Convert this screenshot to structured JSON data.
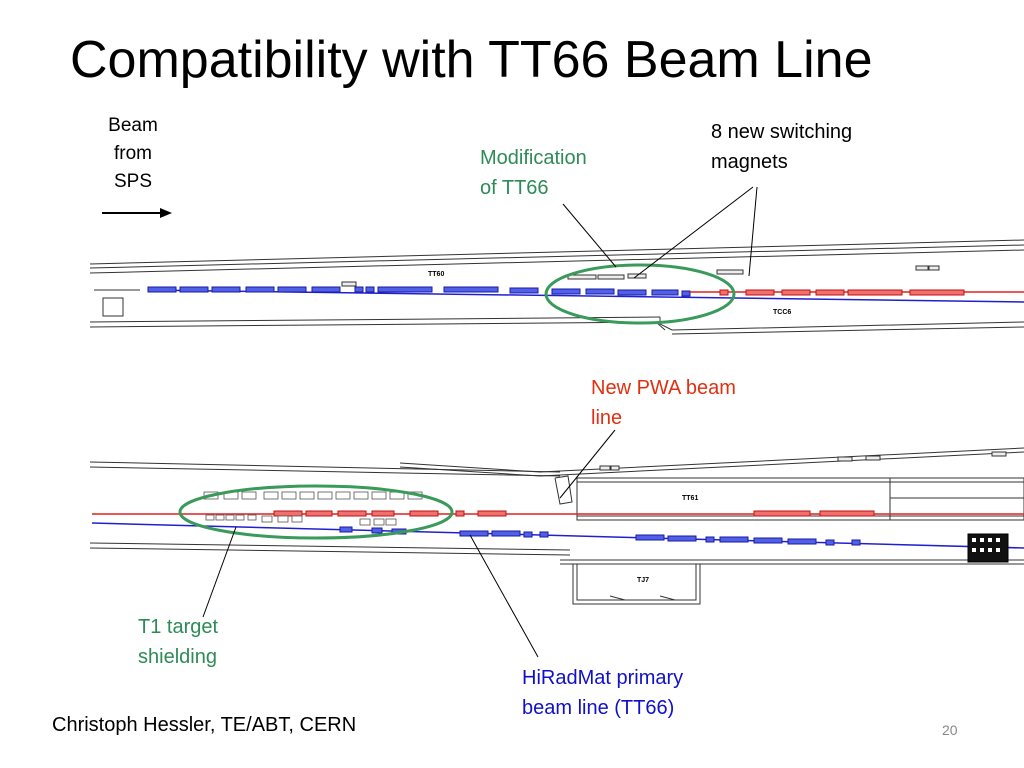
{
  "slide": {
    "title": "Compatibility with TT66 Beam Line",
    "footer": "Christoph Hessler, TE/ABT, CERN",
    "page_number": "20"
  },
  "beam_source": {
    "line1": "Beam",
    "line2": "from",
    "line3": "SPS"
  },
  "annotations": {
    "modification": {
      "line1": "Modification",
      "line2": "of TT66"
    },
    "switching": {
      "line1": "8 new switching",
      "line2": "magnets"
    },
    "pwa": {
      "line1": "New PWA beam",
      "line2": "line"
    },
    "t1": {
      "line1": "T1 target",
      "line2": "shielding"
    },
    "hiradmat": {
      "line1": "HiRadMat primary",
      "line2": "beam line (TT66)"
    }
  },
  "tunnel_labels": {
    "tt60": "TT60",
    "tcc6": "TCC6",
    "tt61": "TT61",
    "tj7": "TJ7"
  },
  "colors": {
    "highlight_ellipse": "#3a9a5a",
    "pwa_line": "#e02020",
    "hiradmat_line": "#2020d0",
    "existing_magnet": "#303030"
  }
}
